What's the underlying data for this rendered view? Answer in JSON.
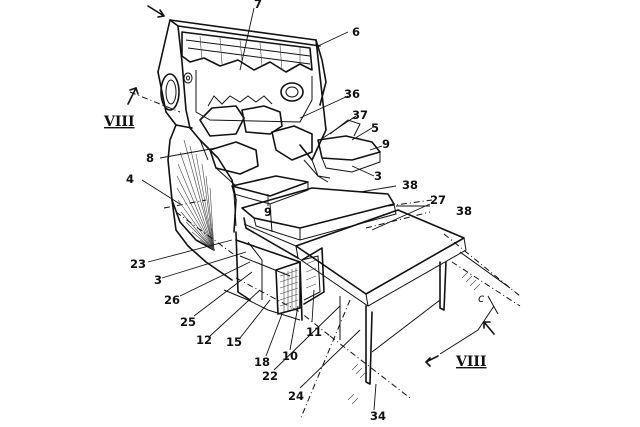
{
  "labels": {
    "l7": "7",
    "l6": "6",
    "l36": "36",
    "l37": "37",
    "l5": "5",
    "l9a": "9",
    "l9b": "9",
    "l8": "8",
    "l3a": "3",
    "l3b": "3",
    "l38a": "38",
    "l38b": "38",
    "l27": "27",
    "l4": "4",
    "l23": "23",
    "l26": "26",
    "l25": "25",
    "l12": "12",
    "l15": "15",
    "l18": "18",
    "l10": "10",
    "l11": "11",
    "l22": "22",
    "l24": "24",
    "l34": "34",
    "lc": "c"
  },
  "section_marks": {
    "left": "VIII",
    "right": "VIII"
  }
}
